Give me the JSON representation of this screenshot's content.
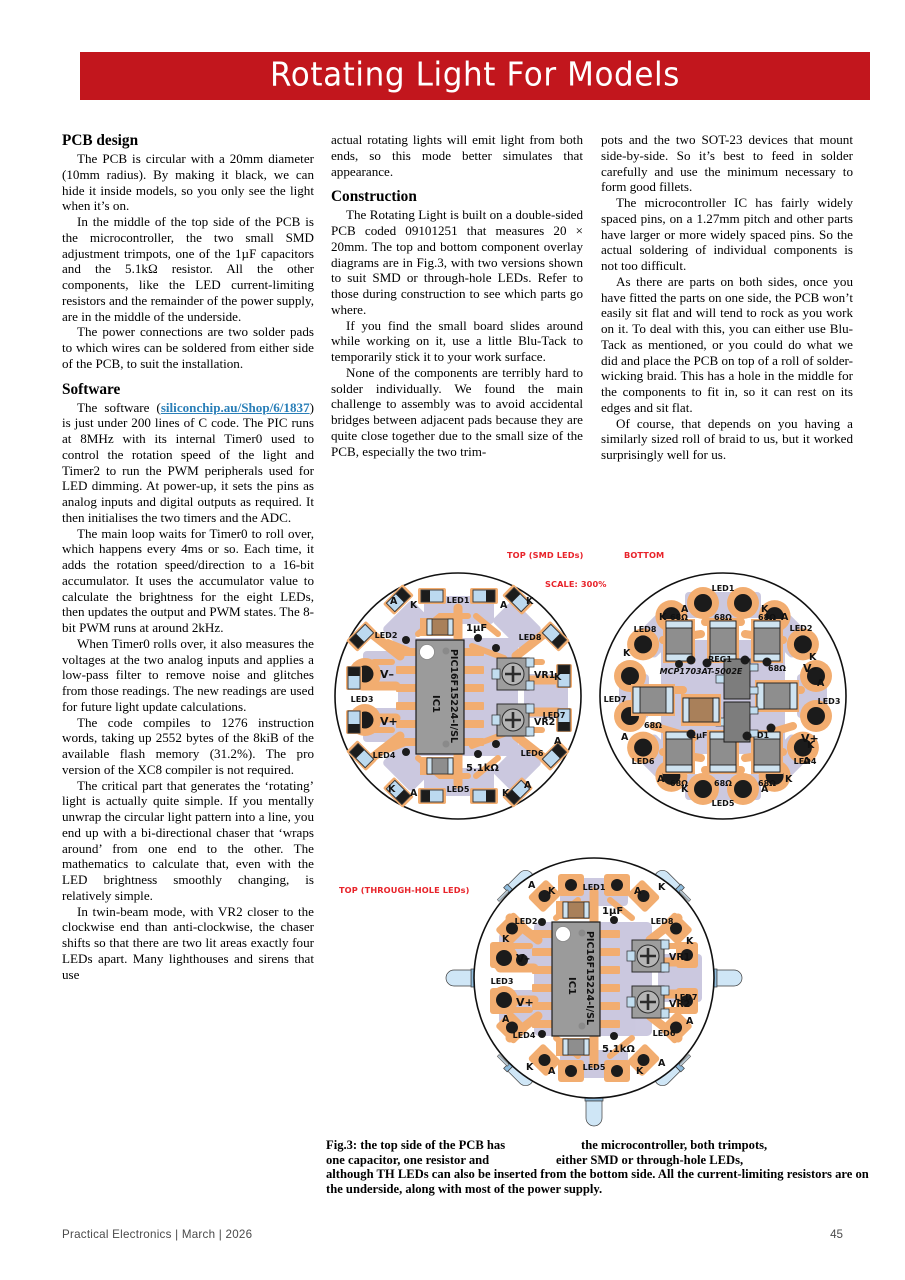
{
  "article": {
    "title": "Rotating Light For Models",
    "banner_color": "#c2161d"
  },
  "columns": {
    "col1": {
      "heading_pcb": "PCB design",
      "p1": "The PCB is circular with a 20mm diameter (10mm radius). By making it black, we can hide it inside models, so you only see the light when it’s on.",
      "p2": "In the middle of the top side of the PCB is the microcontroller, the two small SMD adjustment trimpots, one of the 1µF capacitors and the 5.1kΩ resistor. All the other components, like the LED current-limiting resistors and the remainder of the power supply, are in the middle of the underside.",
      "p3": "The power connections are two solder pads to which wires can be soldered from either side of the PCB, to suit the installation.",
      "heading_software": "Software",
      "p4_pre": "The software (",
      "p4_link": "siliconchip.au/Shop/6/1837",
      "p4_post": ") is just under 200 lines of C code. The PIC runs at 8MHz with its internal Timer0 used to control the rotation speed of the light and Timer2 to run the PWM peripherals used for LED dimming. At power-up, it sets the pins as analog inputs and digital outputs as required. It then initialises the two timers and the ADC.",
      "p5": "The main loop waits for Timer0 to roll over, which happens every 4ms or so. Each time, it adds the rotation speed/direction to a 16-bit accumulator. It uses the accumulator value to calculate the brightness for the eight LEDs, then updates the output and PWM states. The 8-bit PWM runs at around 2kHz.",
      "p6": "When Timer0 rolls over, it also measures the voltages at the two analog inputs and applies a low-pass filter to remove noise and glitches from those readings. The new readings are used for future light update calculations.",
      "p7": "The code compiles to 1276 instruction words, taking up 2552 bytes of the 8kiB of the available flash memory (31.2%). The pro version of the XC8 compiler is not required.",
      "p8": "The critical part that generates the ‘rotating’ light is actually quite simple. If you mentally unwrap the circular light pattern into a line, you end up with a bi-directional chaser that ‘wraps around’ from one end to the other. The mathematics to calculate that, even with the LED brightness smoothly changing, is relatively simple.",
      "p9": "In twin-beam mode, with VR2 closer to the clockwise end than anti-clockwise, the chaser shifts so that there are two lit areas exactly four LEDs apart. Many lighthouses and sirens that use"
    },
    "col2": {
      "p1": "actual rotating lights will emit light from both ends, so this mode better simulates that appearance.",
      "heading_construction": "Construction",
      "p2": "The Rotating Light is built on a double-sided PCB coded 09101251 that measures 20 × 20mm. The top and bottom component overlay diagrams are in Fig.3, with two versions shown to suit SMD or through-hole LEDs. Refer to those during construction to see which parts go where.",
      "p3": "If you find the small board slides around while working on it, use a little Blu-Tack to temporarily stick it to your work surface.",
      "p4": "None of the components are terribly hard to solder individually. We found the main challenge to assembly was to avoid accidental bridges between adjacent pads because they are quite close together due to the small size of the PCB, especially the two trim-"
    },
    "col3": {
      "p1": "pots and the two SOT-23 devices that mount side-by-side. So it’s best to feed in solder carefully and use the minimum necessary to form good fillets.",
      "p2": "The microcontroller IC has fairly widely spaced pins, on a 1.27mm pitch and other parts have larger or more widely spaced pins. So the actual soldering of individual components is not too difficult.",
      "p3": "As there are parts on both sides, once you have fitted the parts on one side, the PCB won’t easily sit flat and will tend to rock as you work on it. To deal with this, you can either use Blu-Tack as mentioned, or you could do what we did and place the PCB on top of a roll of solder-wicking braid. This has a hole in the middle for the components to fit in, so it can rest on its edges and sit flat.",
      "p4": "Of course, that depends on you having a similarly sized roll of braid to us, but it worked surprisingly well for us."
    }
  },
  "figure": {
    "label_top_smd": "TOP (SMD LEDs)",
    "label_scale": "SCALE: 300%",
    "label_bottom": "BOTTOM",
    "label_top_th": "TOP (THROUGH-HOLE LEDs)",
    "ic_ref": "IC1",
    "ic_part": "PIC16F15224-I/SL",
    "cap_value": "1µF",
    "res_value": "5.1kΩ",
    "vr1": "VR1",
    "vr2": "VR2",
    "vminus": "V–",
    "vplus": "V+",
    "reg_ref": "REG1",
    "reg_part": "MCP1703AT-5002E",
    "diode_ref": "D1",
    "res68": "68Ω",
    "leds": [
      "LED1",
      "LED2",
      "LED3",
      "LED4",
      "LED5",
      "LED6",
      "LED7",
      "LED8"
    ],
    "anode": "A",
    "cathode": "K",
    "colors": {
      "copper": "#f0a868",
      "copper_dark": "#d98c48",
      "silk": "#c9c6de",
      "ic_body": "#9a9a9a",
      "led_blue": "#bcd9ef",
      "board_outline": "#000000",
      "red_label": "#e8232a"
    }
  },
  "caption": {
    "a": "Fig.3: the top side of the PCB has",
    "b": "the microcontroller, both trimpots,",
    "c": "one capacitor, one resistor and",
    "d": "either SMD or through-hole LEDs,",
    "rest": "although TH LEDs can also be inserted from the bottom side. All the current-limiting resistors are on the underside, along with most of the power supply."
  },
  "footer": {
    "left": "Practical Electronics  |  March  |  2026",
    "page": "45"
  }
}
